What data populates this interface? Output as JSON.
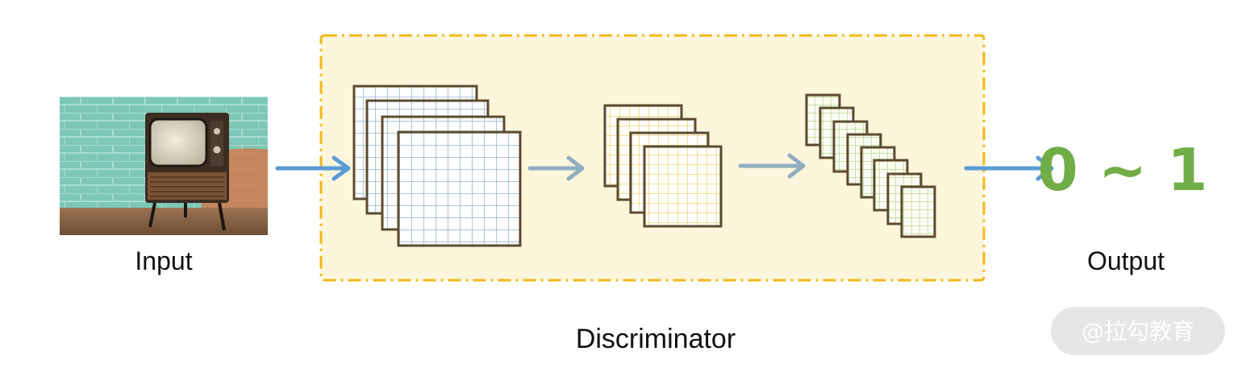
{
  "labels": {
    "input": "Input",
    "output": "Output",
    "discriminator": "Discriminator"
  },
  "output_value": "0 ~ 1",
  "watermark": "@拉勾教育",
  "colors": {
    "box_fill": "#fdf5dc",
    "box_border": "#f2b817",
    "frame_stroke": "#5b4a2e",
    "grid_blue": "#8fb3cf",
    "grid_yellow": "#f2d36b",
    "grid_green": "#b9d48c",
    "arrow_blue": "#5b9bd5",
    "arrow_gray": "#8faec0",
    "output_green": "#70ad47"
  },
  "icons": {
    "input_image": "retro-tv-image"
  }
}
